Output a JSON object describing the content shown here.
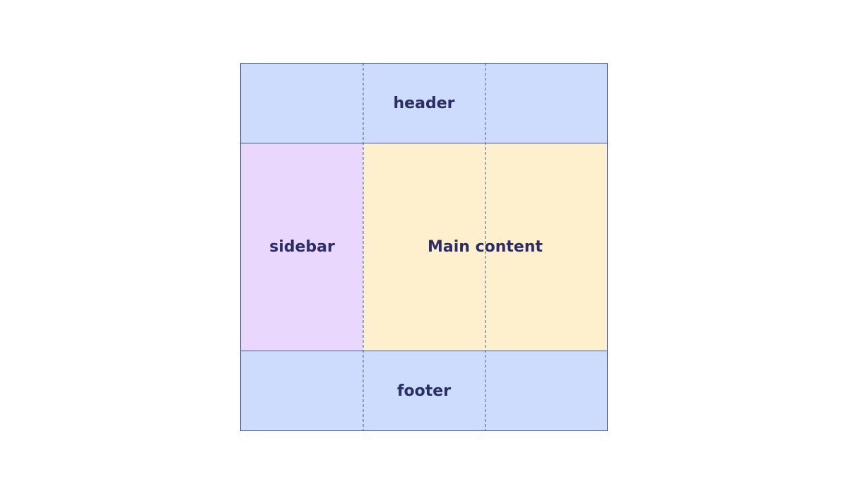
{
  "areas": {
    "header": "header",
    "sidebar": "sidebar",
    "main": "Main content",
    "footer": "footer"
  },
  "colors": {
    "header_bg": "#cddcfd",
    "sidebar_bg": "#e9d7fd",
    "main_bg": "#fef0cd",
    "footer_bg": "#cddcfd",
    "border": "#3a5ea8",
    "label": "#2b2d66"
  }
}
